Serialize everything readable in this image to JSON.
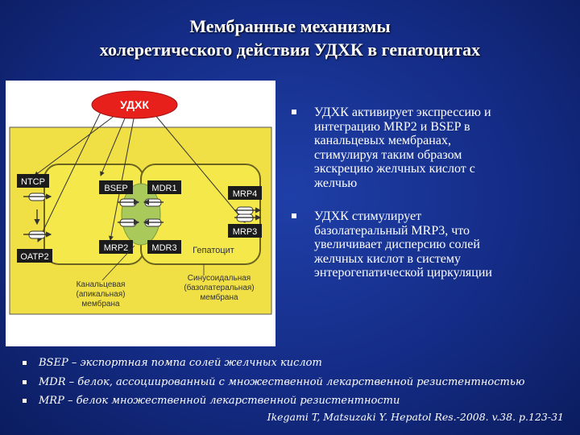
{
  "title": {
    "line1": "Мембранные механизмы",
    "line2": "холеретического действия УДХК в гепатоцитах"
  },
  "diagram": {
    "udca_label": "УДХК",
    "transporters": {
      "ntcp": "NTCP",
      "oatp2": "OATP2",
      "bsep": "BSEP",
      "mdr1": "MDR1",
      "mrp2": "MRP2",
      "mdr3": "MDR3",
      "mrp4": "MRP4",
      "mrp3": "MRP3"
    },
    "hepatocyte_label": "Гепатоцит",
    "canalicular_line1": "Канальцевая",
    "canalicular_line2": "(апикальная)",
    "canalicular_line3": "мембрана",
    "sinusoidal_line1": "Синусоидальная",
    "sinusoidal_line2": "(базолатеральная)",
    "sinusoidal_line3": "мембрана"
  },
  "points": [
    {
      "lines": [
        "УДХК активирует экспрессию и",
        "интеграцию MRP2 и BSEP в",
        "канальцевых мембранах,",
        "стимулируя таким образом",
        "экскрецию желчных кислот с",
        "желчью"
      ]
    },
    {
      "lines": [
        "УДХК стимулирует",
        "базолатеральный MRP3, что",
        "увеличивает дисперсию солей",
        "желчных кислот в систему",
        "энтерогепатической циркуляции"
      ]
    }
  ],
  "notes": [
    "BSEP – экспортная помпа солей желчных кислот",
    "MDR – белок, ассоциированный с множественной лекарственной резистентностью",
    "MRP – белок множественной лекарственной резистентности"
  ],
  "citation": "Ikegami T, Matsuzaki Y. Hepatol Res.-2008. v.38. p.123-31",
  "colors": {
    "background": "#142c86",
    "cell": "#f0e046",
    "canaliculus": "#a9c95a",
    "udca": "#e8201c",
    "transporter_box": "#1c1c1c"
  }
}
